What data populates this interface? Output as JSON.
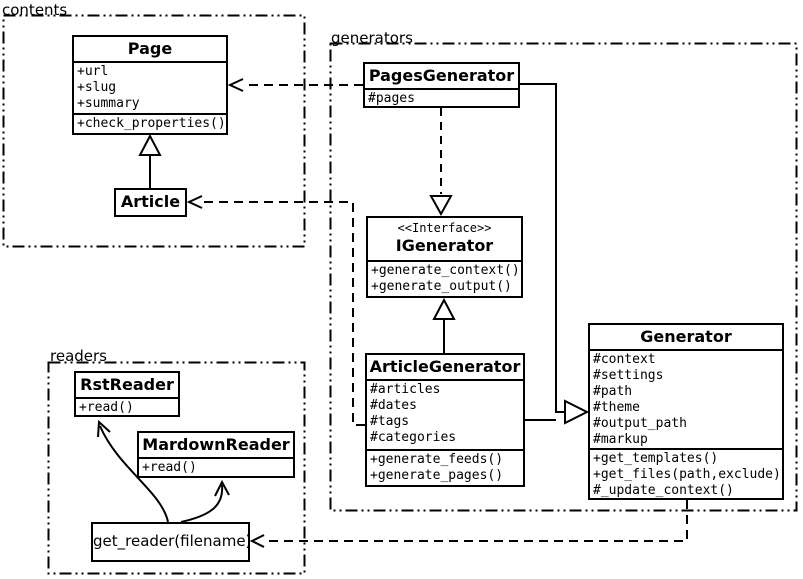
{
  "diagram_type": "uml-class-diagram",
  "colors": {
    "line": "#000000",
    "background": "#ffffff",
    "box_fill": "#ffffff"
  },
  "packages": {
    "contents": {
      "label": "contents"
    },
    "generators": {
      "label": "generators"
    },
    "readers": {
      "label": "readers"
    }
  },
  "classes": {
    "page": {
      "name": "Page",
      "attributes": [
        "+url",
        "+slug",
        "+summary"
      ],
      "methods": [
        "+check_properties()"
      ]
    },
    "article": {
      "name": "Article"
    },
    "pages_generator": {
      "name": "PagesGenerator",
      "attributes": [
        "#pages"
      ]
    },
    "igenerator": {
      "stereotype": "<<Interface>>",
      "name": "IGenerator",
      "methods": [
        "+generate_context()",
        "+generate_output()"
      ]
    },
    "article_generator": {
      "name": "ArticleGenerator",
      "attributes": [
        "#articles",
        "#dates",
        "#tags",
        "#categories"
      ],
      "methods": [
        "+generate_feeds()",
        "+generate_pages()"
      ]
    },
    "generator": {
      "name": "Generator",
      "attributes": [
        "#context",
        "#settings",
        "#path",
        "#theme",
        "#output_path",
        "#markup"
      ],
      "methods": [
        "+get_templates()",
        "+get_files(path,exclude)",
        "#_update_context()"
      ]
    },
    "rst_reader": {
      "name": "RstReader",
      "methods": [
        "+read()"
      ]
    },
    "mardown_reader": {
      "name": "MardownReader",
      "methods": [
        "+read()"
      ]
    },
    "get_reader": {
      "name": "get_reader(filename)"
    }
  },
  "relationships": [
    {
      "from": "Article",
      "to": "Page",
      "type": "inheritance",
      "line": "solid-hollow-triangle"
    },
    {
      "from": "PagesGenerator",
      "to": "Page",
      "type": "dependency",
      "line": "dashed-open-arrow"
    },
    {
      "from": "ArticleGenerator",
      "to": "Article",
      "type": "dependency",
      "line": "dashed-open-arrow"
    },
    {
      "from": "PagesGenerator",
      "to": "IGenerator",
      "type": "realization",
      "line": "dashed-hollow-triangle"
    },
    {
      "from": "ArticleGenerator",
      "to": "IGenerator",
      "type": "inheritance",
      "line": "solid-hollow-triangle"
    },
    {
      "from": "PagesGenerator",
      "to": "Generator",
      "type": "inheritance",
      "line": "solid-hollow-triangle"
    },
    {
      "from": "ArticleGenerator",
      "to": "Generator",
      "type": "inheritance",
      "line": "solid-hollow-triangle"
    },
    {
      "from": "Generator",
      "to": "get_reader(filename)",
      "type": "dependency",
      "line": "dashed-open-arrow"
    },
    {
      "from": "get_reader(filename)",
      "to": "RstReader",
      "type": "call",
      "line": "curved-open-arrow"
    },
    {
      "from": "get_reader(filename)",
      "to": "MardownReader",
      "type": "call",
      "line": "curved-open-arrow"
    }
  ]
}
